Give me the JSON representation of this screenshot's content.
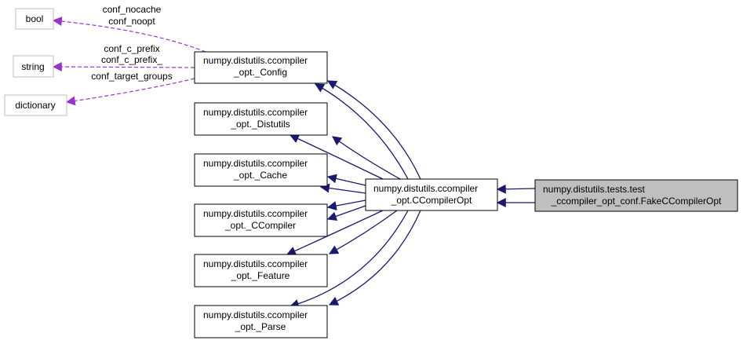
{
  "diagram": {
    "nodes": {
      "bool": {
        "lines": [
          "bool"
        ]
      },
      "string": {
        "lines": [
          "string"
        ]
      },
      "dictionary": {
        "lines": [
          "dictionary"
        ]
      },
      "config": {
        "lines": [
          "numpy.distutils.ccompiler",
          "_opt._Config"
        ]
      },
      "distutils": {
        "lines": [
          "numpy.distutils.ccompiler",
          "_opt._Distutils"
        ]
      },
      "cache": {
        "lines": [
          "numpy.distutils.ccompiler",
          "_opt._Cache"
        ]
      },
      "ccompiler": {
        "lines": [
          "numpy.distutils.ccompiler",
          "_opt._CCompiler"
        ]
      },
      "feature": {
        "lines": [
          "numpy.distutils.ccompiler",
          "_opt._Feature"
        ]
      },
      "parse": {
        "lines": [
          "numpy.distutils.ccompiler",
          "_opt._Parse"
        ]
      },
      "ccompileropt": {
        "lines": [
          "numpy.distutils.ccompiler",
          "_opt.CCompilerOpt"
        ]
      },
      "fake": {
        "lines": [
          "numpy.distutils.tests.test",
          "_ccompiler_opt_conf.FakeCCompilerOpt"
        ]
      }
    },
    "edge_labels": {
      "bool": [
        "conf_nocache",
        "conf_noopt"
      ],
      "string": [
        "conf_c_prefix",
        "conf_c_prefix_"
      ],
      "dictionary": [
        "conf_target_groups"
      ]
    },
    "colors": {
      "inheritance_edge": "#191970",
      "member_edge": "#9a32cd",
      "highlight_fill": "#bfbfbf",
      "external_border": "#bfbfbf",
      "node_border": "#000000"
    }
  }
}
